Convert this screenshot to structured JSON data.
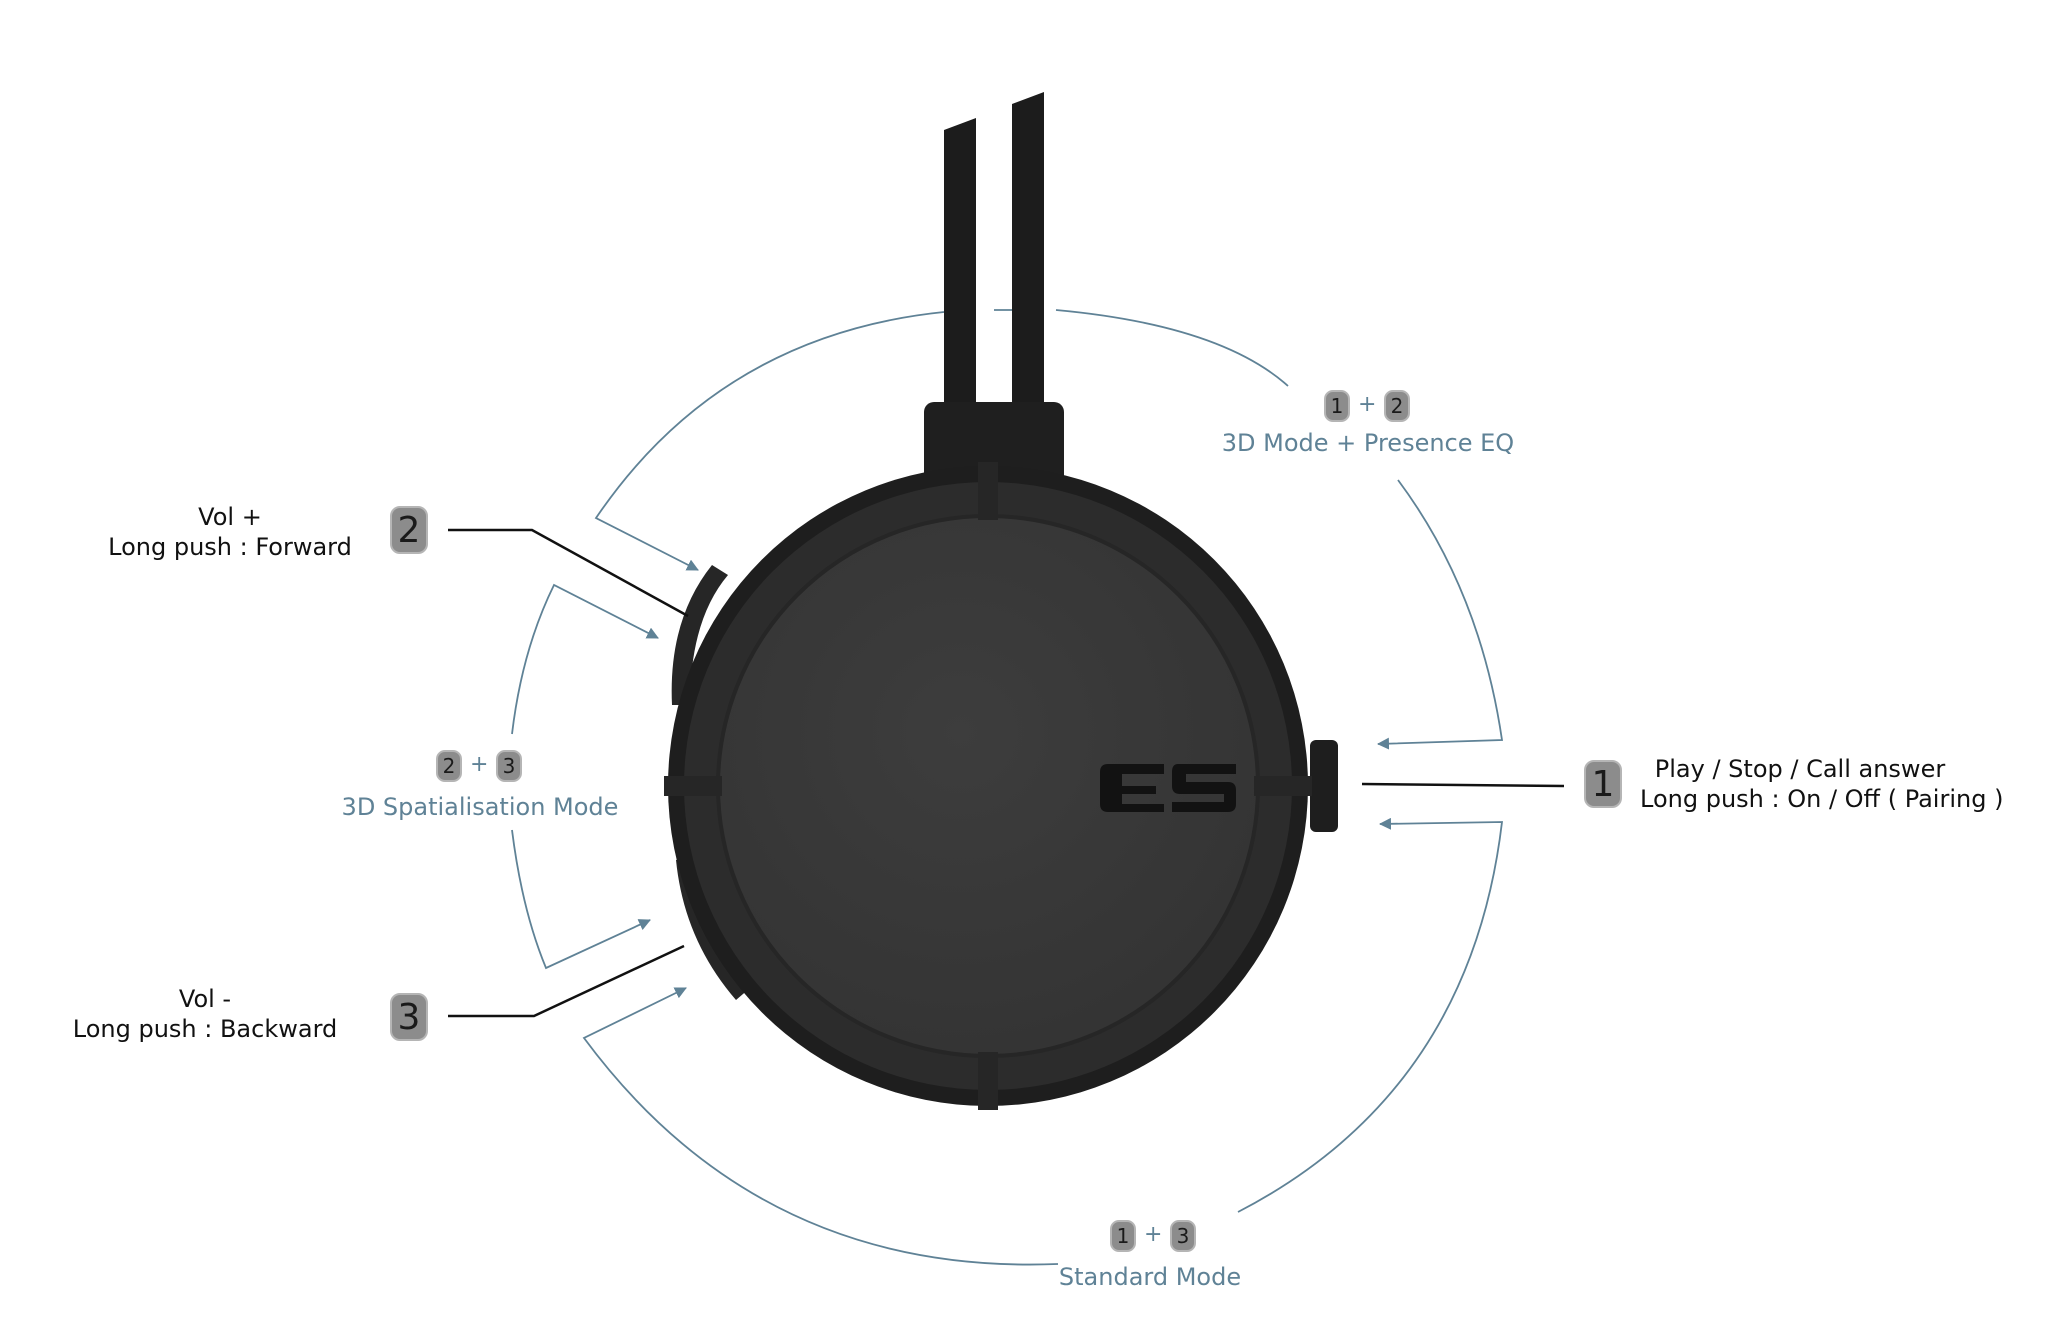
{
  "colors": {
    "arrow": "#5f8296",
    "leader": "#111111",
    "device_body": "#2f2f2f",
    "device_face": "#3a3a3a",
    "device_rim": "#1e1e1e",
    "badge_fill": "#8c8c8c"
  },
  "device": {
    "logo": "ES"
  },
  "buttons": [
    {
      "number": "1",
      "line1": "Play / Stop / Call answer",
      "line2": "Long push : On / Off  ( Pairing )"
    },
    {
      "number": "2",
      "line1": "Vol +",
      "line2": "Long push : Forward"
    },
    {
      "number": "3",
      "line1": "Vol -",
      "line2": "Long push : Backward"
    }
  ],
  "combos": [
    {
      "a": "1",
      "b": "2",
      "plus": "+",
      "label": "3D Mode + Presence EQ"
    },
    {
      "a": "2",
      "b": "3",
      "plus": "+",
      "label": "3D Spatialisation Mode"
    },
    {
      "a": "1",
      "b": "3",
      "plus": "+",
      "label": "Standard Mode"
    }
  ]
}
